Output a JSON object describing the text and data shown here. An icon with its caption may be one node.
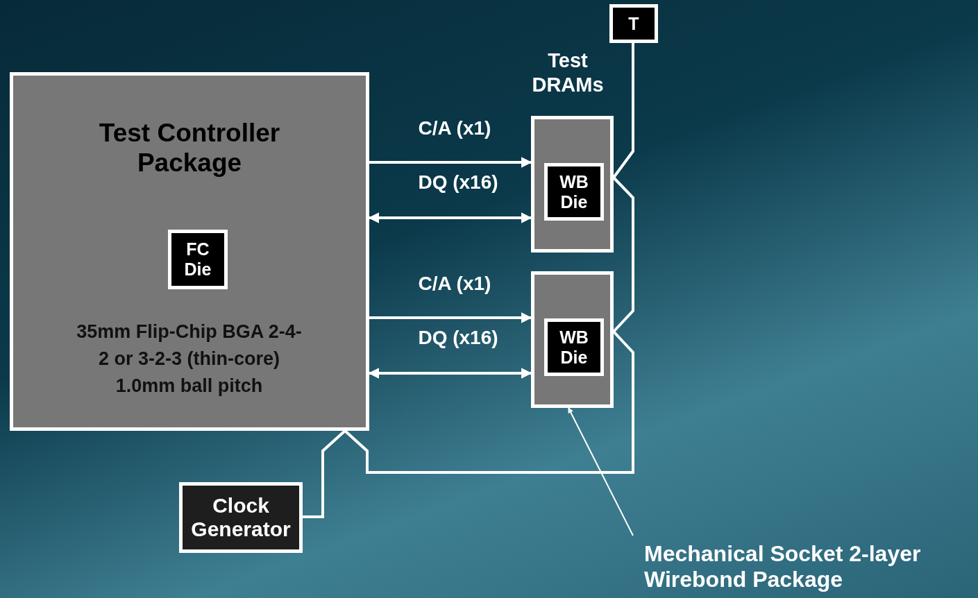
{
  "diagram": {
    "nodes": [
      {
        "text": [
          "Test Controller Package",
          "35mm Flip-Chip BGA 2-4-2 or 3-2-3 (thin-core) 1.0mm ball pitch"
        ]
      },
      {
        "text": [
          "FC Die"
        ],
        "in": 0
      },
      {
        "text": [
          "T"
        ]
      },
      {
        "text": [],
        "shape": "box"
      },
      {
        "text": [
          "WB Die"
        ],
        "in": 3
      },
      {
        "text": [],
        "shape": "box"
      },
      {
        "text": [
          "WB Die"
        ],
        "in": 5
      },
      {
        "text": [
          "Clock Generator"
        ]
      },
      {
        "text": [
          "Mechanical Socket 2-layer Wirebond Package"
        ]
      }
    ],
    "edges": [
      {
        "from": 0,
        "to": 3,
        "arrow": "to",
        "label": "C/A (x1)"
      },
      {
        "from": 0,
        "to": 3,
        "arrow": "both",
        "label": "DQ (x16)"
      },
      {
        "from": 0,
        "to": 5,
        "arrow": "to",
        "label": "C/A (x1)"
      },
      {
        "from": 0,
        "to": 5,
        "arrow": "both",
        "label": "DQ (x16)"
      },
      {
        "from": 7,
        "to": 0,
        "arrow": "none"
      },
      {
        "from": 0,
        "to": 5,
        "arrow": "none"
      },
      {
        "from": 5,
        "to": 3,
        "arrow": "none"
      },
      {
        "from": 3,
        "to": 2,
        "arrow": "none"
      },
      {
        "from": 8,
        "to": 5,
        "arrow": "to"
      }
    ],
    "labels": [
      "Test DRAMs"
    ]
  }
}
